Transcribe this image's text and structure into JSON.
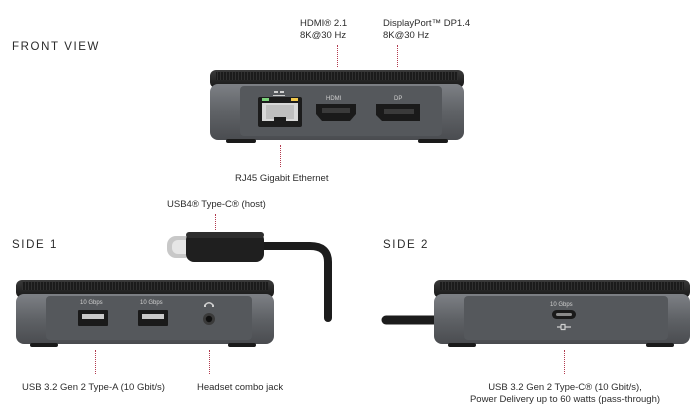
{
  "sections": {
    "front": "FRONT VIEW",
    "side1": "SIDE 1",
    "side2": "SIDE 2"
  },
  "callouts": {
    "hdmi": [
      "HDMI® 2.1",
      "8K@30 Hz"
    ],
    "dp": [
      "DisplayPort™ DP1.4",
      "8K@30 Hz"
    ],
    "rj45": "RJ45 Gigabit Ethernet",
    "usb4": "USB4® Type-C® (host)",
    "usba": "USB 3.2 Gen 2 Type-A (10 Gbit/s)",
    "headset": "Headset combo jack",
    "usbc": [
      "USB 3.2 Gen 2 Type-C® (10 Gbit/s),",
      "Power Delivery up to 60 watts (pass-through)"
    ]
  },
  "port_labels": {
    "hdmi": "HDMI",
    "dp": "DP",
    "usba_1": "10 Gbps",
    "usba_2": "10 Gbps",
    "usbc": "10 Gbps"
  },
  "colors": {
    "leader": "#b23a4e",
    "body_dark": "#1f1f1f",
    "body_grey": "#6b6e72"
  }
}
